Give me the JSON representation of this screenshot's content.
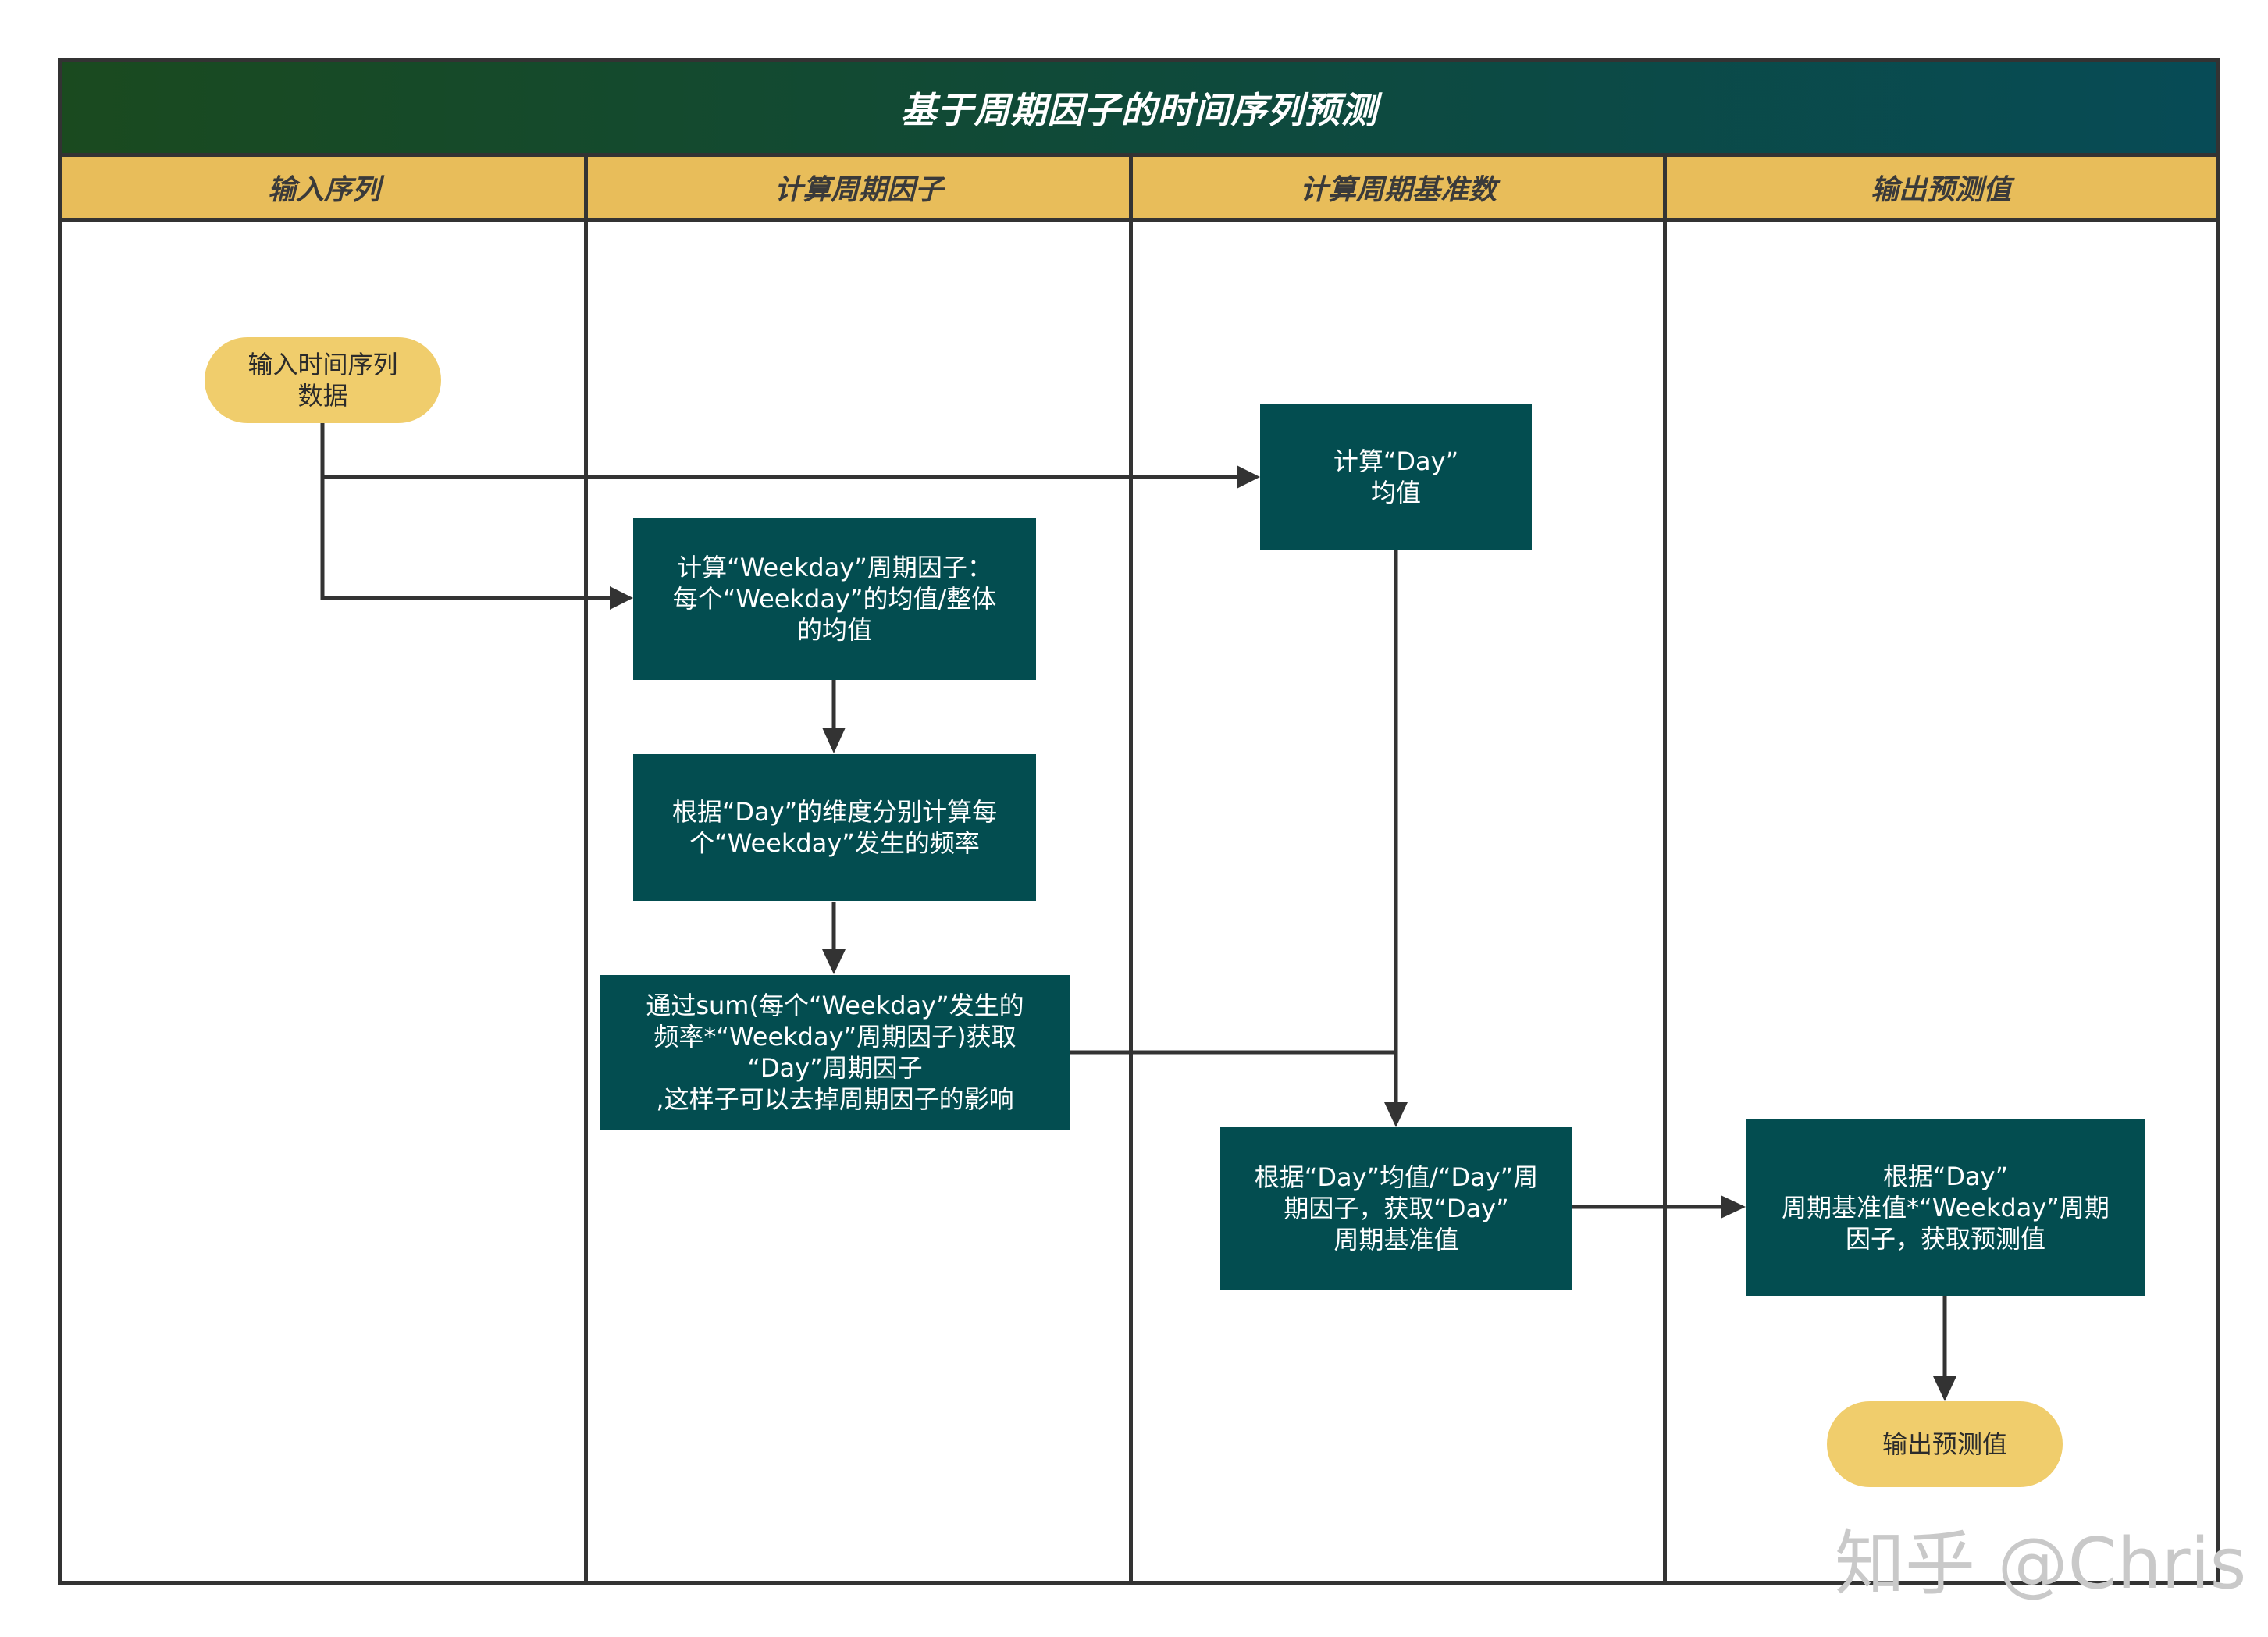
{
  "title": "基于周期因子的时间序列预测",
  "lanes": [
    "输入序列",
    "计算周期因子",
    "计算周期基准数",
    "输出预测值"
  ],
  "nodes": {
    "input": "输入时间序列\n数据",
    "day_mean": "计算“Day”\n均值",
    "weekday_factor": "计算“Weekday”周期因子：\n每个“Weekday”的均值/整体\n的均值",
    "weekday_freq": "根据“Day”的维度分别计算每\n个“Weekday”发生的频率",
    "day_factor": "通过sum(每个“Weekday”发生的\n频率*“Weekday”周期因子)获取\n“Day”周期因子\n,这样子可以去掉周期因子的影响",
    "day_base": "根据“Day”均值/“Day”周\n期因子，获取“Day”\n周期基准值",
    "predict": "根据“Day”\n周期基准值*“Weekday”周期\n因子，获取预测值",
    "output": "输出预测值"
  },
  "watermark": "知乎 @Chris"
}
